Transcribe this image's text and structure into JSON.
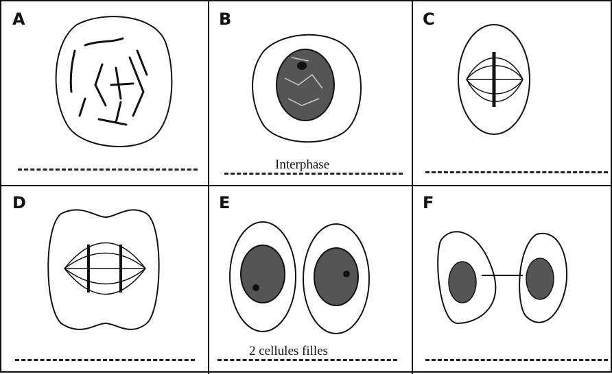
{
  "panels": [
    {
      "letter": "A",
      "caption": ""
    },
    {
      "letter": "B",
      "caption": "Interphase"
    },
    {
      "letter": "C",
      "caption": ""
    },
    {
      "letter": "D",
      "caption": ""
    },
    {
      "letter": "E",
      "caption": "2 cellules filles"
    },
    {
      "letter": "F",
      "caption": ""
    }
  ]
}
